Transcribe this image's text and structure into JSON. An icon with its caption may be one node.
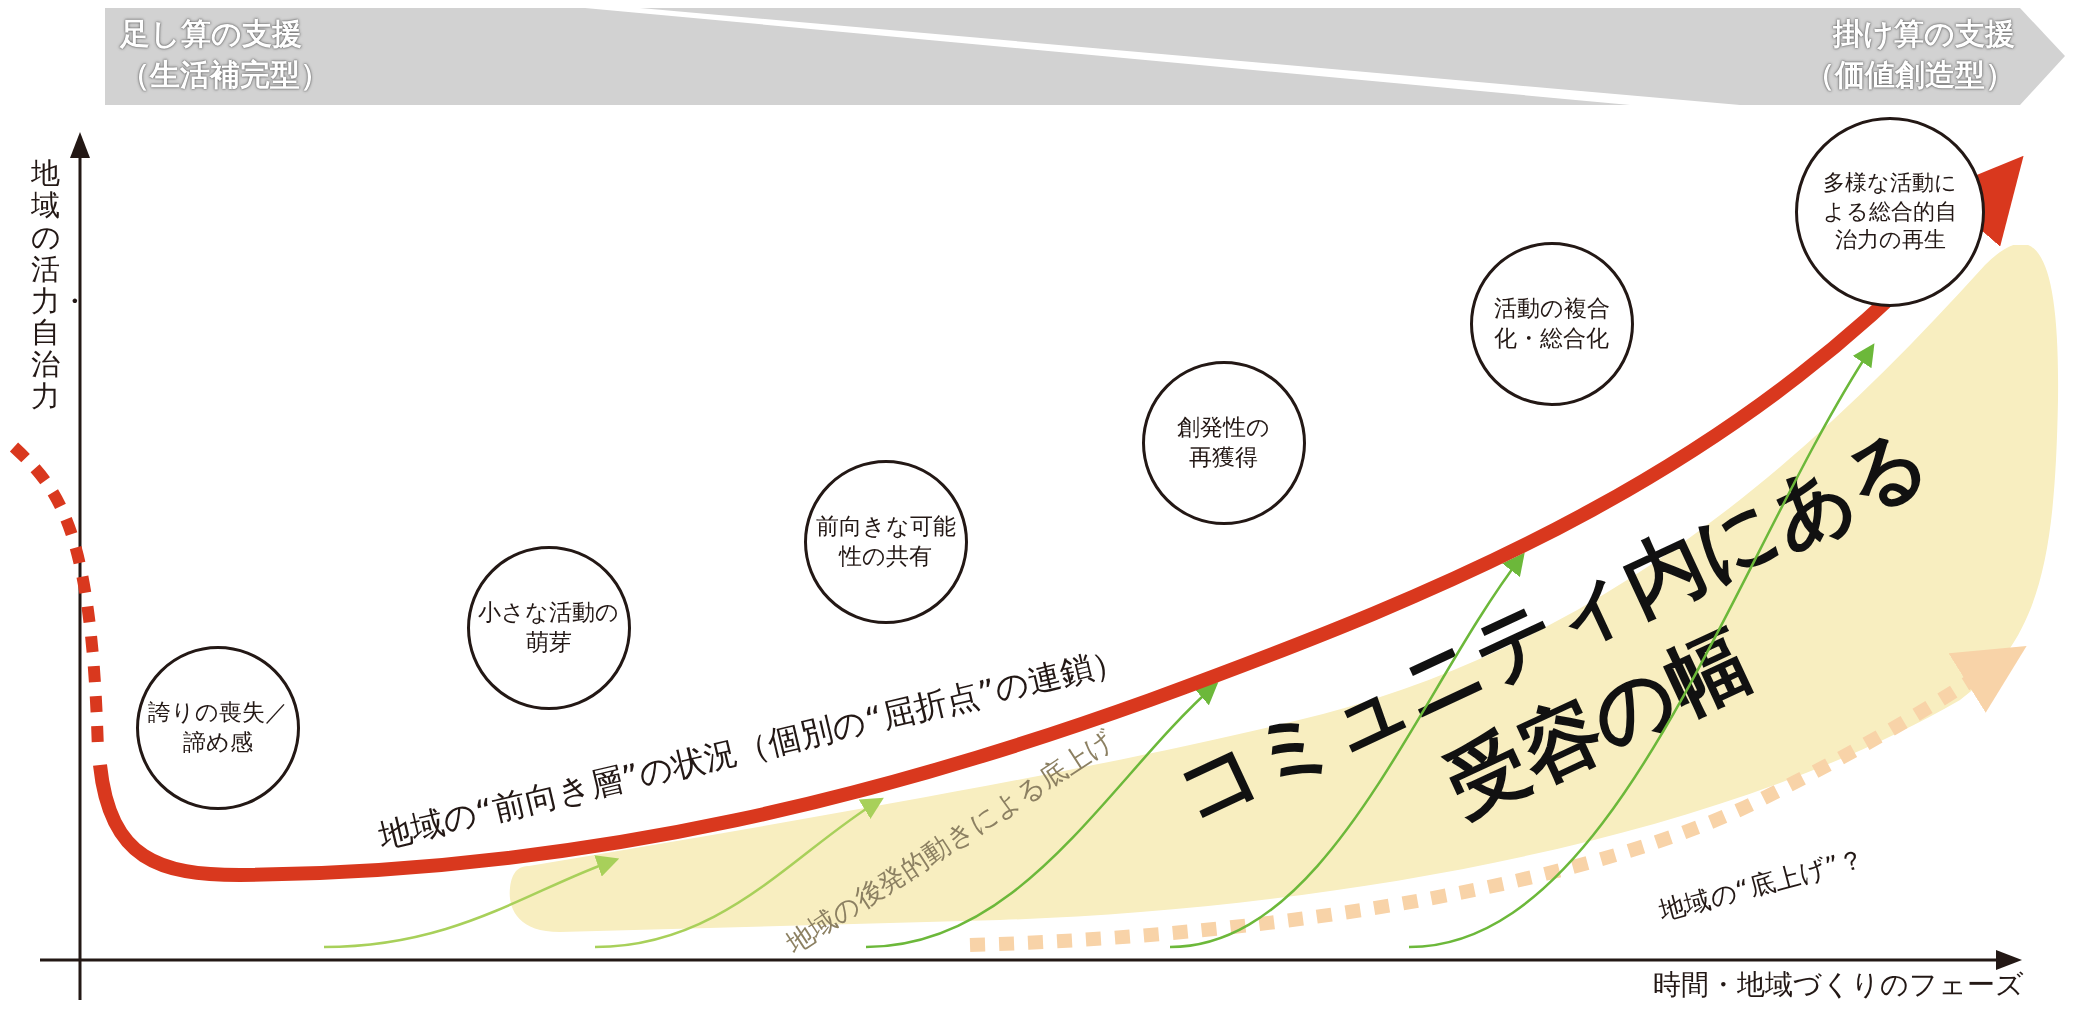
{
  "diagram": {
    "nodes": [
      {
        "text": [
          "足し算の支援（生活補完型）",
          "掛け算の支援（価値創造型）"
        ]
      },
      {
        "text": [
          "誇りの喪失／諦め感"
        ]
      },
      {
        "text": [
          "小さな活動の萌芽"
        ]
      },
      {
        "text": [
          "前向きな可能性の共有"
        ]
      },
      {
        "text": [
          "創発性の再獲得"
        ]
      },
      {
        "text": [
          "活動の複合化・総合化"
        ]
      },
      {
        "text": [
          "多様な活動による総合的自治力の再生"
        ]
      },
      {
        "text": [
          "コミュニティ内にある受容の幅"
        ]
      }
    ],
    "labels": [
      "地域の活力・自治力",
      "時間・地域づくりのフェーズ",
      "地域の“前向き層”の状況（個別の“屈折点”の連鎖）",
      "地域の後発的動きによる底上げ",
      "地域の“底上げ”？"
    ]
  }
}
